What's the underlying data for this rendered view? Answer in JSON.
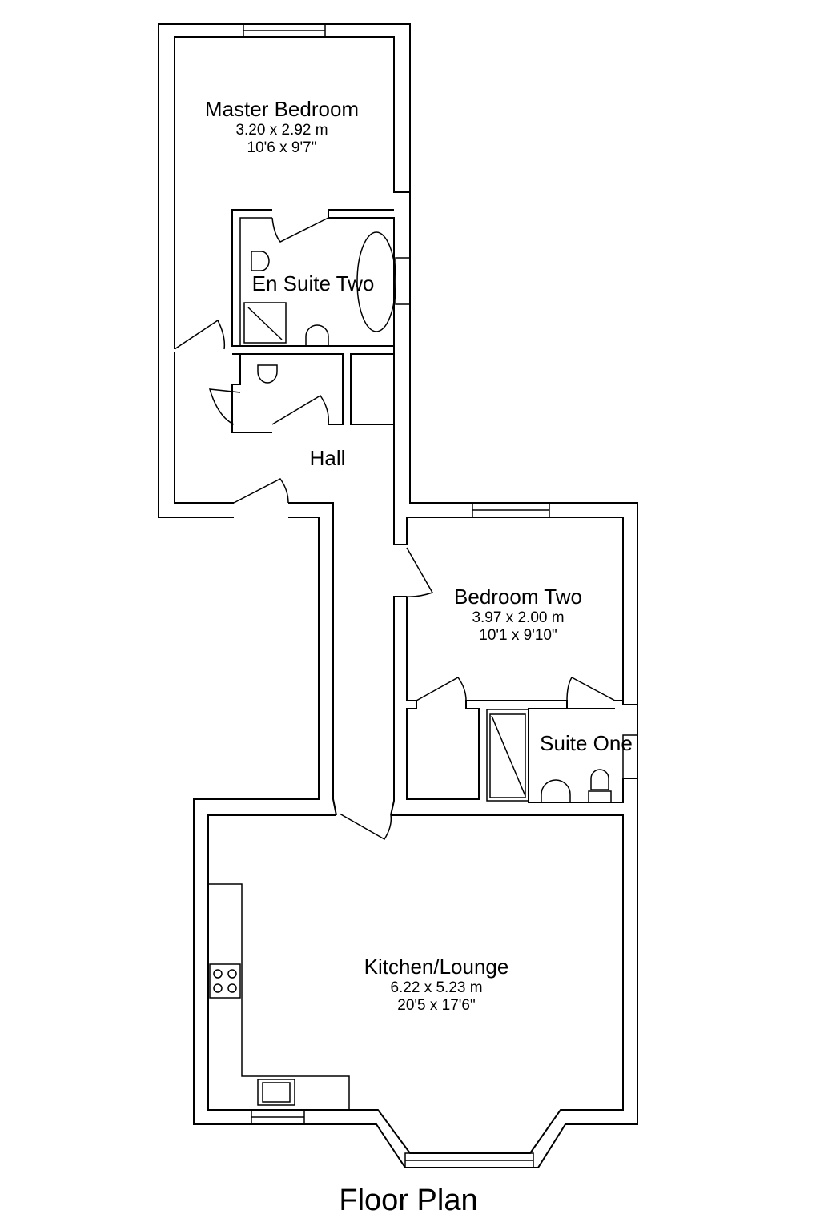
{
  "title": "Floor Plan",
  "rooms": {
    "master_bedroom": {
      "name": "Master Bedroom",
      "metric": "3.20 x 2.92 m",
      "imperial": "10'6 x 9'7\""
    },
    "en_suite_two": {
      "name": "En Suite Two"
    },
    "hall": {
      "name": "Hall"
    },
    "bedroom_two": {
      "name": "Bedroom Two",
      "metric": "3.97 x 2.00 m",
      "imperial": "10'1 x 9'10\""
    },
    "suite_one": {
      "name": "Suite One"
    },
    "kitchen_lounge": {
      "name": "Kitchen/Lounge",
      "metric": "6.22 x 5.23 m",
      "imperial": "20'5 x 17'6\""
    }
  }
}
